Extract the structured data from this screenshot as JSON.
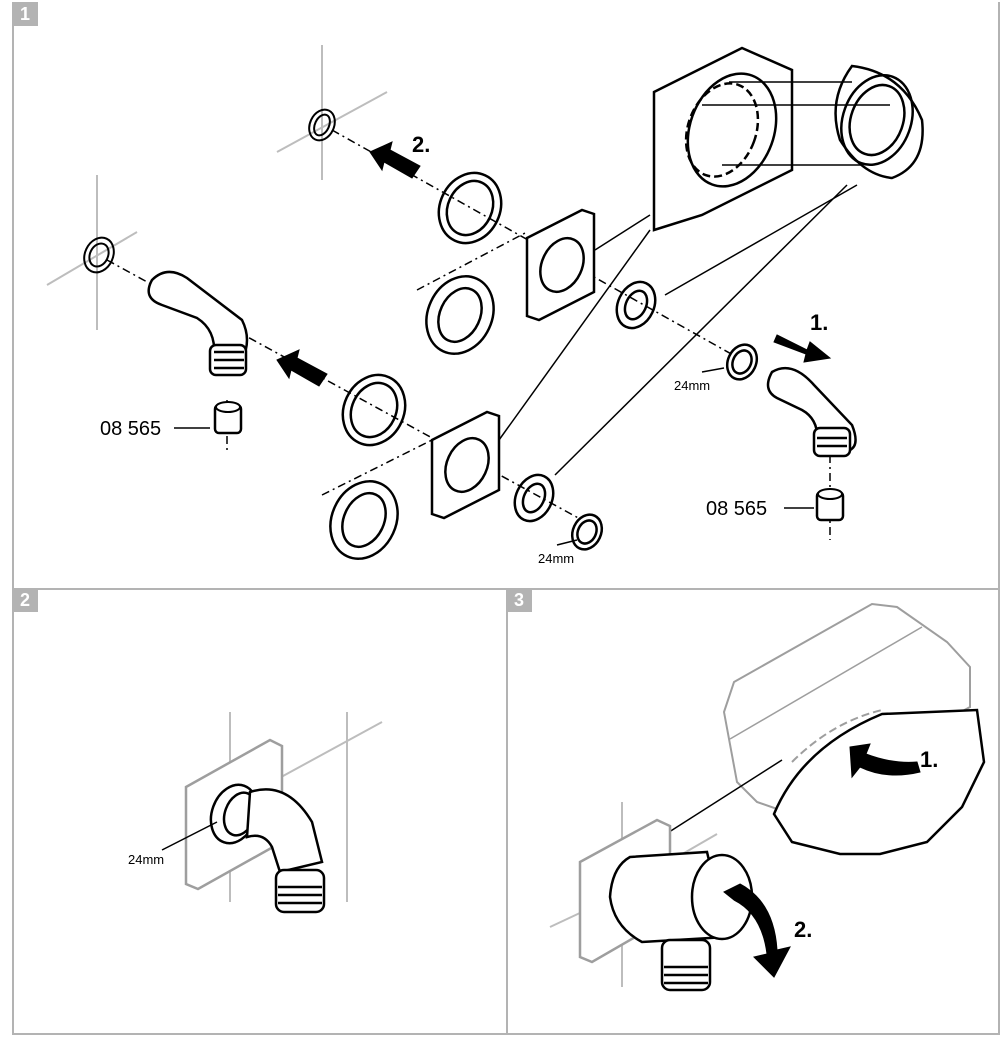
{
  "panels": [
    {
      "number": "1",
      "labels": {
        "step_2": "2.",
        "step_1": "1.",
        "part_number_left": "08 565",
        "part_number_right": "08 565",
        "wrench_size_bottom": "24mm",
        "wrench_size_right": "24mm"
      }
    },
    {
      "number": "2",
      "labels": {
        "wrench_size": "24mm"
      }
    },
    {
      "number": "3",
      "labels": {
        "step_1": "1.",
        "step_2": "2."
      }
    }
  ],
  "colors": {
    "border": "#b3b3b3",
    "line": "#000000",
    "tile_grid": "#bdbdbd"
  }
}
